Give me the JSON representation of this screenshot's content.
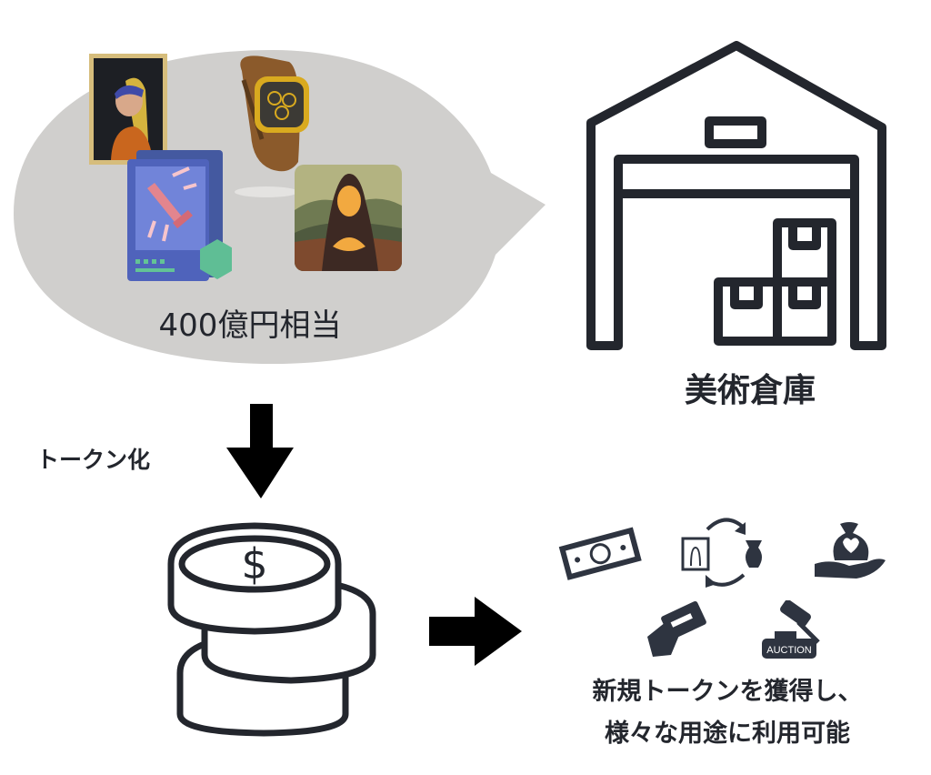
{
  "asset_bubble": {
    "value_label": "400億円相当",
    "items": [
      "pearl-earring-painting-icon",
      "gold-watch-icon",
      "nft-game-card-icon",
      "mona-lisa-painting-icon"
    ],
    "fill_color": "#d0cfcd"
  },
  "warehouse": {
    "label": "美術倉庫",
    "icon": "warehouse-icon",
    "stroke_color": "#23262d"
  },
  "flow": {
    "tokenize_label": "トークン化",
    "down_arrow_icon": "arrow-down-icon",
    "right_arrow_icon": "arrow-right-icon",
    "token_icon": "coin-stack-icon"
  },
  "uses": {
    "icons": [
      "banknote-icon",
      "art-exchange-icon",
      "donation-hand-icon",
      "card-payment-icon",
      "auction-gavel-icon"
    ],
    "auction_text": "AUCTION",
    "caption_line1": "新規トークンを獲得し、",
    "caption_line2": "様々な用途に利用可能",
    "icon_color": "#2e3440"
  }
}
